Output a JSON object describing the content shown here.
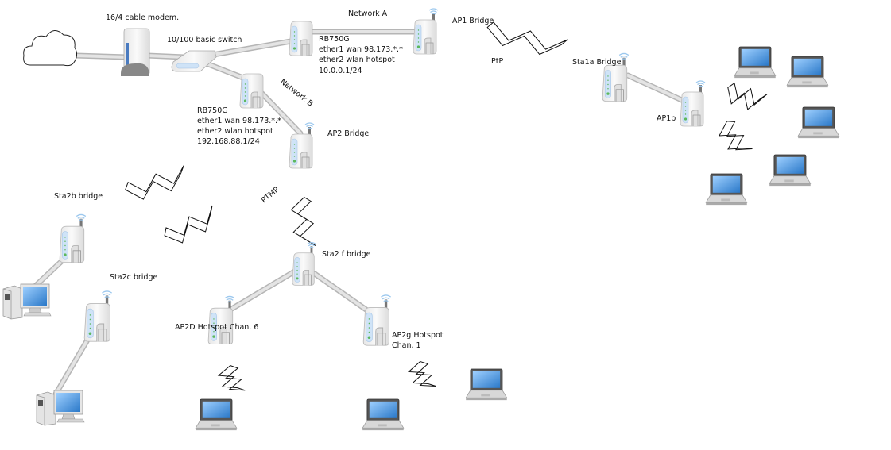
{
  "labels": {
    "modem": "16/4  cable modem.",
    "switch": "10/100 basic switch",
    "network_a": "Network A",
    "network_b": "Network B",
    "ap1_bridge": "AP1 Bridge",
    "rb_a_name": "RB750G",
    "rb_a_ether1": "ether1 wan 98.173.*.*",
    "rb_a_ether2": "ether2 wlan hotspot",
    "rb_a_ip": "10.0.0.1/24",
    "rb_b_name": "RB750G",
    "rb_b_ether1": "ether1 wan 98.173.*.*",
    "rb_b_ether2": "ether2 wlan hotspot",
    "rb_b_ip": "192.168.88.1/24",
    "ap2_bridge": "AP2 Bridge",
    "ptp": "PtP",
    "sta1a": "Sta1a Bridge",
    "ap1b": "AP1b",
    "ptmp": "PTMP",
    "sta2b": "Sta2b bridge",
    "sta2c": "Sta2c bridge",
    "sta2f": "Sta2 f bridge",
    "ap2d": "AP2D Hotspot Chan. 6",
    "ap2g_1": "AP2g Hotspot",
    "ap2g_2": "Chan. 1"
  },
  "colors": {
    "cable": "#d0d0d0",
    "device_body": "#f4f4f4",
    "device_panel": "#cfe3f7",
    "wifi": "#9cc8ee",
    "screen": "#3d8fdc",
    "led": "#5cb85c"
  },
  "icons": {
    "cloud": "cloud-icon",
    "modem": "modem-icon",
    "switch": "switch-icon",
    "router": "router-icon",
    "access_point": "access-point-icon",
    "laptop": "laptop-icon",
    "desktop": "desktop-computer-icon",
    "wireless_link": "lightning-bolt-icon"
  }
}
